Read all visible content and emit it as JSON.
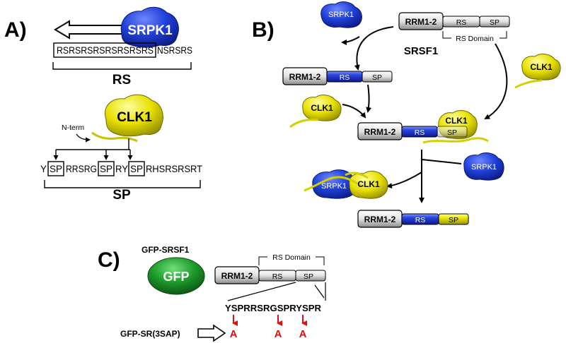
{
  "panels": {
    "a": "A)",
    "b": "B)",
    "c": "C)"
  },
  "panel_a": {
    "srpk1": "SRPK1",
    "rs_boxed_seq": "RSRSRSRSRSRSRSRS",
    "rs_tail_seq": "NSRSRS",
    "rs_label": "RS",
    "clk1": "CLK1",
    "nterm": "N-term",
    "sp_seq_y": "Y",
    "sp_box": "SP",
    "sp_seq_1": "RRSRG",
    "sp_seq_2": "RY",
    "sp_seq_3": "RHSRSRSRT",
    "sp_label": "SP"
  },
  "panel_b": {
    "srpk1": "SRPK1",
    "clk1": "CLK1",
    "rrm": "RRM1-2",
    "rs": "RS",
    "sp": "SP",
    "rs_domain": "RS Domain",
    "srsf1": "SRSF1"
  },
  "panel_c": {
    "gfp_srsf1": "GFP-SRSF1",
    "gfp": "GFP",
    "rrm": "RRM1-2",
    "rs": "RS",
    "sp": "SP",
    "rs_domain": "RS Domain",
    "seq": "YSPRRSRGSPRYSPR",
    "mutant": "GFP-SR(3SAP)",
    "mut_a": "A"
  },
  "colors": {
    "srpk1": "#1f3fd6",
    "clk1": "#e8e000",
    "rs_blue": "#1a33c8",
    "sp_yellow": "#e8e000",
    "gfp": "#1e9a2a",
    "mutation": "#e01010"
  }
}
